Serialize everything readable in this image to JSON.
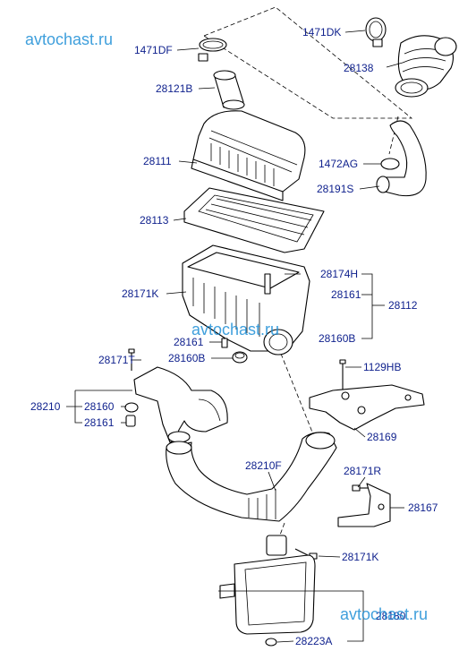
{
  "watermarks": [
    "avtochast.ru",
    "avtochast.ru",
    "avtochast.ru"
  ],
  "labels": {
    "p1471DF": "1471DF",
    "p1471DK": "1471DK",
    "p28138": "28138",
    "p28121B": "28121B",
    "p28111": "28111",
    "p1472AG": "1472AG",
    "p28191S": "28191S",
    "p28113": "28113",
    "p28174H": "28174H",
    "p28171K_top": "28171K",
    "p28161_right": "28161",
    "p28112": "28112",
    "p28160B_right": "28160B",
    "p28161_mid": "28161",
    "p28160B_mid": "28160B",
    "p28171T": "28171T",
    "p1129HB": "1129HB",
    "p28210": "28210",
    "p28160": "28160",
    "p28161_low": "28161",
    "p28169": "28169",
    "p28210F": "28210F",
    "p28171R": "28171R",
    "p28167": "28167",
    "p28171K_low": "28171K",
    "p28180": "28180",
    "p28223A": "28223A"
  }
}
